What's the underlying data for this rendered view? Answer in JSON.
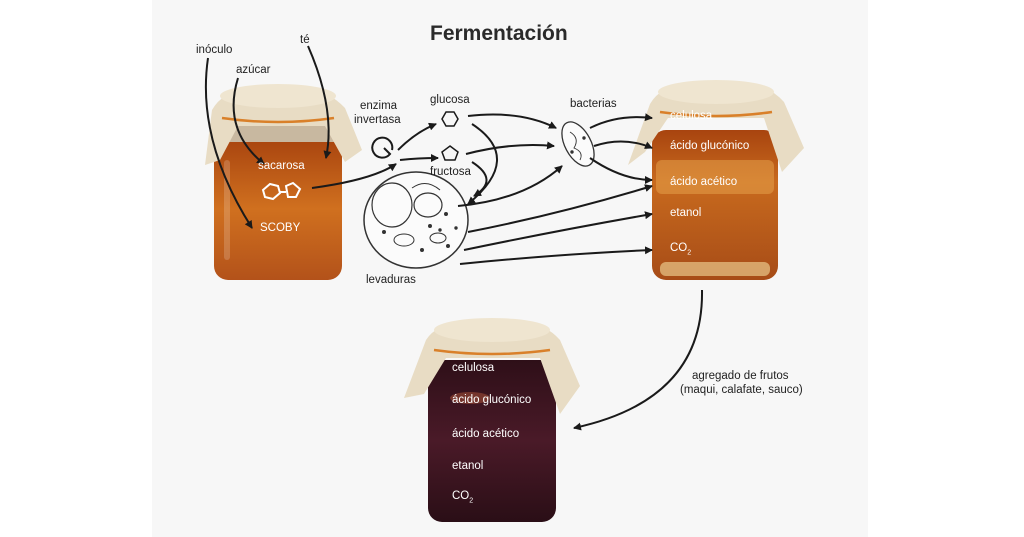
{
  "title": "Fermentación",
  "inputs": {
    "inoculo": "inóculo",
    "azucar": "azúcar",
    "te": "té"
  },
  "jar1": {
    "sacarosa": "sacarosa",
    "scoby": "SCOBY"
  },
  "enzyme": {
    "line1": "enzima",
    "line2": "invertasa"
  },
  "sugars": {
    "glucosa": "glucosa",
    "fructosa": "fructosa"
  },
  "organisms": {
    "bacterias": "bacterias",
    "levaduras": "levaduras"
  },
  "jar2": {
    "celulosa": "celulosa",
    "acido_gluconico": "ácido glucónico",
    "acido_acetico": "ácido acético",
    "etanol": "etanol",
    "co2": "CO",
    "co2_sub": "2"
  },
  "fruits": {
    "line1": "agregado de frutos",
    "line2": "(maqui, calafate, sauco)"
  },
  "jar3": {
    "celulosa": "celulosa",
    "acido_gluconico": "ácido glucónico",
    "acido_acetico": "ácido acético",
    "etanol": "etanol",
    "co2": "CO",
    "co2_sub": "2"
  },
  "colors": {
    "tea": "#c9631c",
    "tea_dark": "#8a3b0e",
    "berry": "#3a1520",
    "cloth": "#e8dcc4",
    "band": "#d9802a",
    "arrow": "#1a1a1a"
  }
}
